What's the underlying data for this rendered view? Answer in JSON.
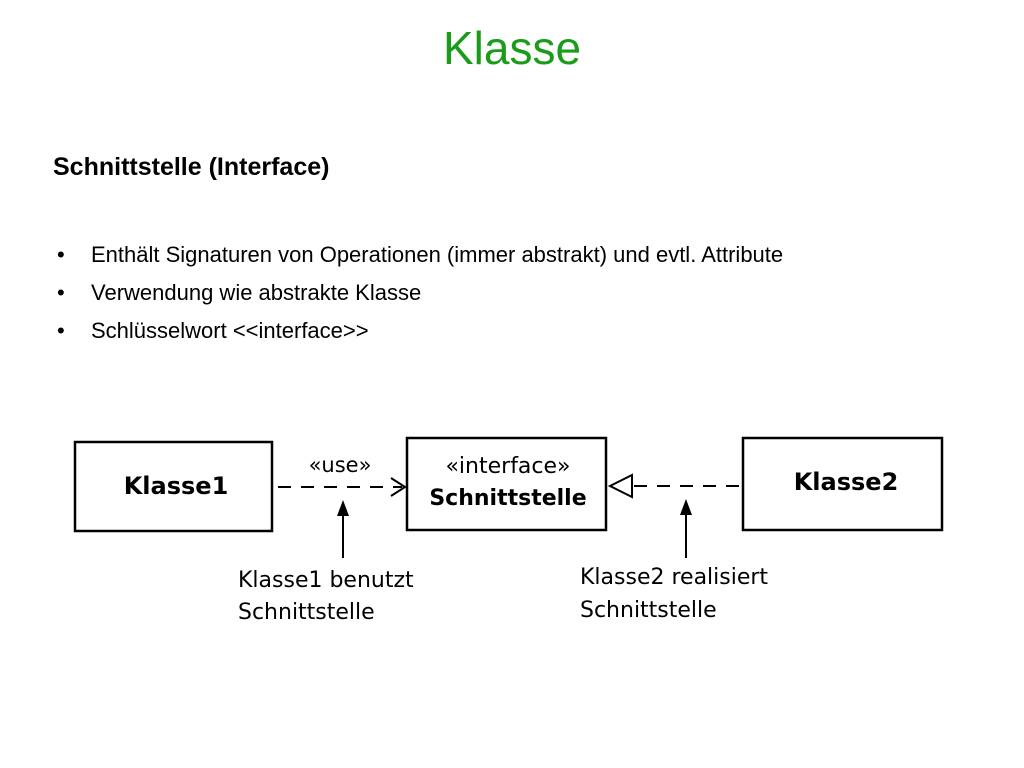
{
  "slide": {
    "title": "Klasse",
    "heading": "Schnittstelle (Interface)",
    "bullets": [
      "Enthält Signaturen von Operationen (immer abstrakt) und evtl. Attribute",
      "Verwendung wie abstrakte Klasse",
      "Schlüsselwort <<interface>>"
    ],
    "bullet_symbol": "•",
    "title_color": "#1a9c1a"
  },
  "diagram": {
    "class1": {
      "name": "Klasse1"
    },
    "interface": {
      "stereotype": "«interface»",
      "name": "Schnittstelle"
    },
    "class2": {
      "name": "Klasse2"
    },
    "use_label": "«use»",
    "note_left": {
      "line1": "Klasse1 benutzt",
      "line2": "Schnittstelle"
    },
    "note_right": {
      "line1": "Klasse2 realisiert",
      "line2": "Schnittstelle"
    }
  }
}
